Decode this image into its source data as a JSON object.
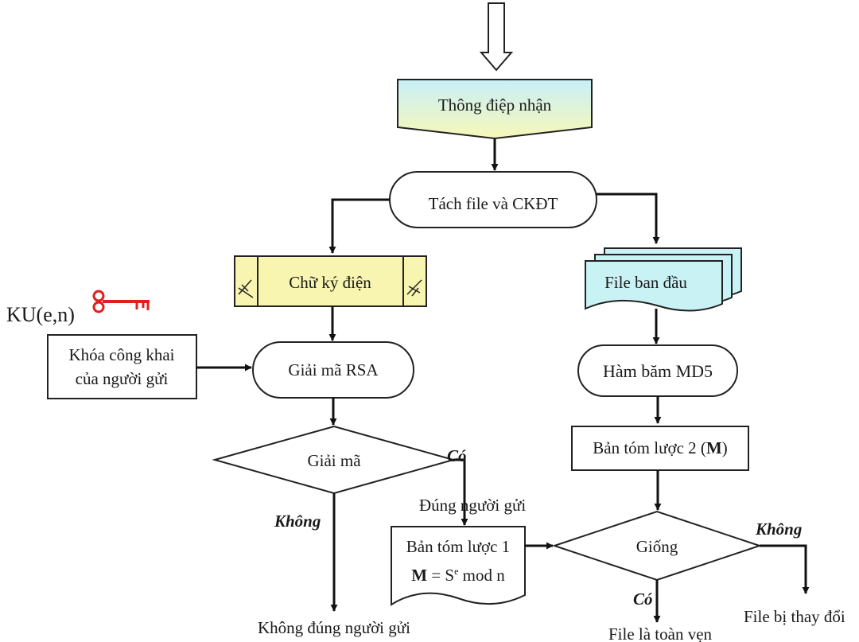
{
  "nodes": {
    "received": "Thông điệp nhận",
    "split": "Tách file và CKĐT",
    "signature": "Chữ ký điện",
    "original_file": "File ban đầu",
    "public_key_line1": "Khóa công khai",
    "public_key_line2": "của người gửi",
    "key_label": "KU(e,n)",
    "rsa_decrypt": "Giải mã RSA",
    "md5": "Hàm băm MD5",
    "digest2_prefix": "Bản tóm lược 2 (",
    "digest2_var": "M",
    "digest2_suffix": ")",
    "decrypt_check": "Giải mã",
    "digest1_line1": "Bản tóm lược 1",
    "digest1_formula_var": "M",
    "digest1_formula_eq": " = S",
    "digest1_formula_exp": "e",
    "digest1_formula_rest": " mod n",
    "compare": "Giống"
  },
  "edges": {
    "decrypt_yes": "Có",
    "decrypt_yes_note": "Đúng người gửi",
    "decrypt_no": "Không",
    "decrypt_no_result": "Không đúng người gửi",
    "compare_yes": "Có",
    "compare_yes_result": "File là toàn vẹn",
    "compare_no": "Không",
    "compare_no_result": "File bị thay đổi"
  },
  "colors": {
    "flag_gradient_top": "#c8f0f8",
    "flag_gradient_bottom": "#f8f7b8",
    "signature_fill": "#f8f5b0",
    "file_fill": "#c9f2f5",
    "key_red": "#e02020"
  }
}
